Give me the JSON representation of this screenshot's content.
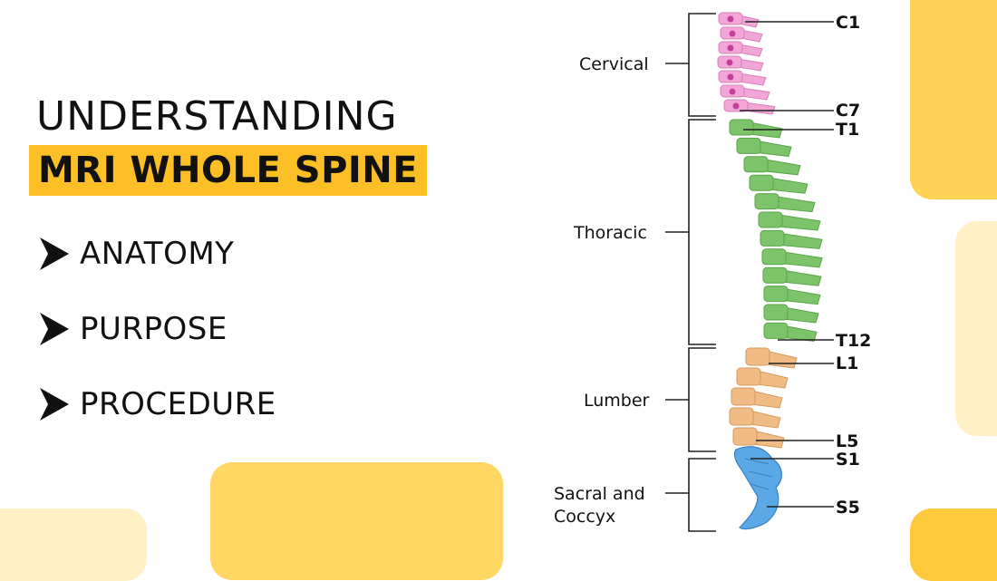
{
  "header": {
    "title_line1": "UNDERSTANDING",
    "title_line2": "MRI WHOLE SPINE"
  },
  "topics": [
    {
      "label": "ANATOMY"
    },
    {
      "label": "PURPOSE"
    },
    {
      "label": "PROCEDURE"
    }
  ],
  "diagram": {
    "regions": [
      {
        "label": "Cervical",
        "color": "#f2a6d8"
      },
      {
        "label": "Thoracic",
        "color": "#7cc36a"
      },
      {
        "label": "Lumber",
        "color": "#f0bb84"
      },
      {
        "label": "Sacral and",
        "label_line2": "Coccyx",
        "color": "#5aa8e6"
      }
    ],
    "vertebra_labels": [
      "C1",
      "C7",
      "T1",
      "T12",
      "L1",
      "L5",
      "S1",
      "S5"
    ]
  },
  "colors": {
    "accent": "#fcbf26",
    "deco_yellow": "#ffd154",
    "deco_light": "#fff0c6"
  }
}
